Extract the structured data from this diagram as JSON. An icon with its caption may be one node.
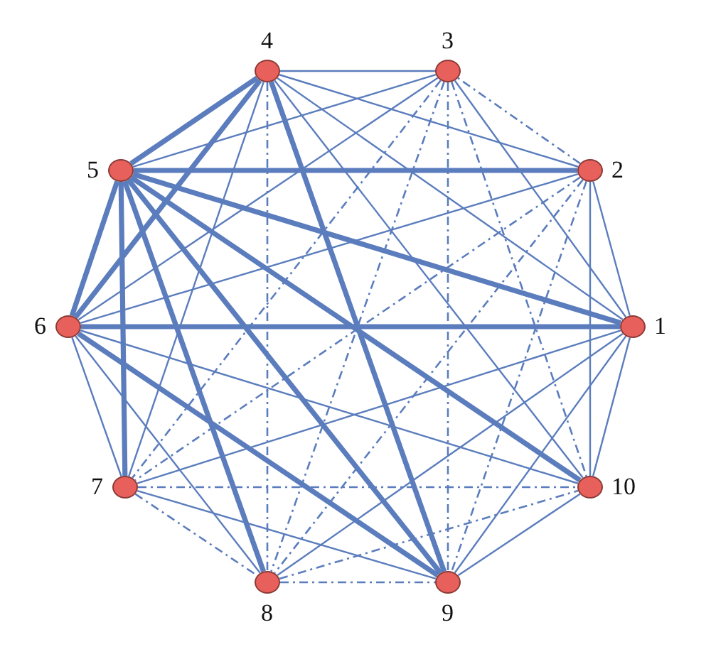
{
  "diagram": {
    "nodes": [
      {
        "text": [],
        "shape": "circle",
        "beside": [
          "1"
        ]
      },
      {
        "text": [],
        "shape": "circle",
        "beside": [
          "2"
        ]
      },
      {
        "text": [],
        "shape": "circle",
        "beside": [
          "3"
        ]
      },
      {
        "text": [],
        "shape": "circle",
        "beside": [
          "4"
        ]
      },
      {
        "text": [],
        "shape": "circle",
        "beside": [
          "5"
        ]
      },
      {
        "text": [],
        "shape": "circle",
        "beside": [
          "6"
        ]
      },
      {
        "text": [],
        "shape": "circle",
        "beside": [
          "7"
        ]
      },
      {
        "text": [],
        "shape": "circle",
        "beside": [
          "8"
        ]
      },
      {
        "text": [],
        "shape": "circle",
        "beside": [
          "9"
        ]
      },
      {
        "text": [],
        "shape": "circle",
        "beside": [
          "10"
        ]
      }
    ],
    "edges": [
      {
        "from": 0,
        "to": 1,
        "arrow": "none"
      },
      {
        "from": 0,
        "to": 2,
        "arrow": "none"
      },
      {
        "from": 0,
        "to": 3,
        "arrow": "none"
      },
      {
        "from": 0,
        "to": 4,
        "arrow": "none",
        "style": "thick"
      },
      {
        "from": 0,
        "to": 5,
        "arrow": "none",
        "style": "thick"
      },
      {
        "from": 0,
        "to": 6,
        "arrow": "none"
      },
      {
        "from": 0,
        "to": 7,
        "arrow": "none"
      },
      {
        "from": 0,
        "to": 8,
        "arrow": "none"
      },
      {
        "from": 0,
        "to": 9,
        "arrow": "none"
      },
      {
        "from": 1,
        "to": 2,
        "arrow": "none",
        "style": "dashed"
      },
      {
        "from": 1,
        "to": 3,
        "arrow": "none"
      },
      {
        "from": 1,
        "to": 4,
        "arrow": "none",
        "style": "thick"
      },
      {
        "from": 1,
        "to": 5,
        "arrow": "none"
      },
      {
        "from": 1,
        "to": 6,
        "arrow": "none",
        "style": "dashed"
      },
      {
        "from": 1,
        "to": 7,
        "arrow": "none",
        "style": "dashed"
      },
      {
        "from": 1,
        "to": 8,
        "arrow": "none",
        "style": "dashed"
      },
      {
        "from": 1,
        "to": 9,
        "arrow": "none"
      },
      {
        "from": 2,
        "to": 3,
        "arrow": "none"
      },
      {
        "from": 2,
        "to": 4,
        "arrow": "none"
      },
      {
        "from": 2,
        "to": 5,
        "arrow": "none"
      },
      {
        "from": 2,
        "to": 6,
        "arrow": "none",
        "style": "dashed"
      },
      {
        "from": 2,
        "to": 7,
        "arrow": "none",
        "style": "dashed"
      },
      {
        "from": 2,
        "to": 8,
        "arrow": "none",
        "style": "dashed"
      },
      {
        "from": 2,
        "to": 9,
        "arrow": "none",
        "style": "dashed"
      },
      {
        "from": 3,
        "to": 4,
        "arrow": "none",
        "style": "thick"
      },
      {
        "from": 3,
        "to": 5,
        "arrow": "none",
        "style": "thick"
      },
      {
        "from": 3,
        "to": 6,
        "arrow": "none"
      },
      {
        "from": 3,
        "to": 7,
        "arrow": "none",
        "style": "dashed"
      },
      {
        "from": 3,
        "to": 8,
        "arrow": "none",
        "style": "thick"
      },
      {
        "from": 3,
        "to": 9,
        "arrow": "none"
      },
      {
        "from": 4,
        "to": 5,
        "arrow": "none",
        "style": "thick"
      },
      {
        "from": 4,
        "to": 6,
        "arrow": "none",
        "style": "thick"
      },
      {
        "from": 4,
        "to": 7,
        "arrow": "none",
        "style": "thick"
      },
      {
        "from": 4,
        "to": 8,
        "arrow": "none",
        "style": "thick"
      },
      {
        "from": 4,
        "to": 9,
        "arrow": "none",
        "style": "thick"
      },
      {
        "from": 5,
        "to": 6,
        "arrow": "none"
      },
      {
        "from": 5,
        "to": 7,
        "arrow": "none"
      },
      {
        "from": 5,
        "to": 8,
        "arrow": "none",
        "style": "thick"
      },
      {
        "from": 5,
        "to": 9,
        "arrow": "none"
      },
      {
        "from": 6,
        "to": 7,
        "arrow": "none",
        "style": "dashed"
      },
      {
        "from": 6,
        "to": 8,
        "arrow": "none"
      },
      {
        "from": 6,
        "to": 9,
        "arrow": "none",
        "style": "dashed"
      },
      {
        "from": 7,
        "to": 8,
        "arrow": "none",
        "style": "dashed"
      },
      {
        "from": 7,
        "to": 9,
        "arrow": "none",
        "style": "dashed"
      },
      {
        "from": 8,
        "to": 9,
        "arrow": "none"
      }
    ]
  }
}
